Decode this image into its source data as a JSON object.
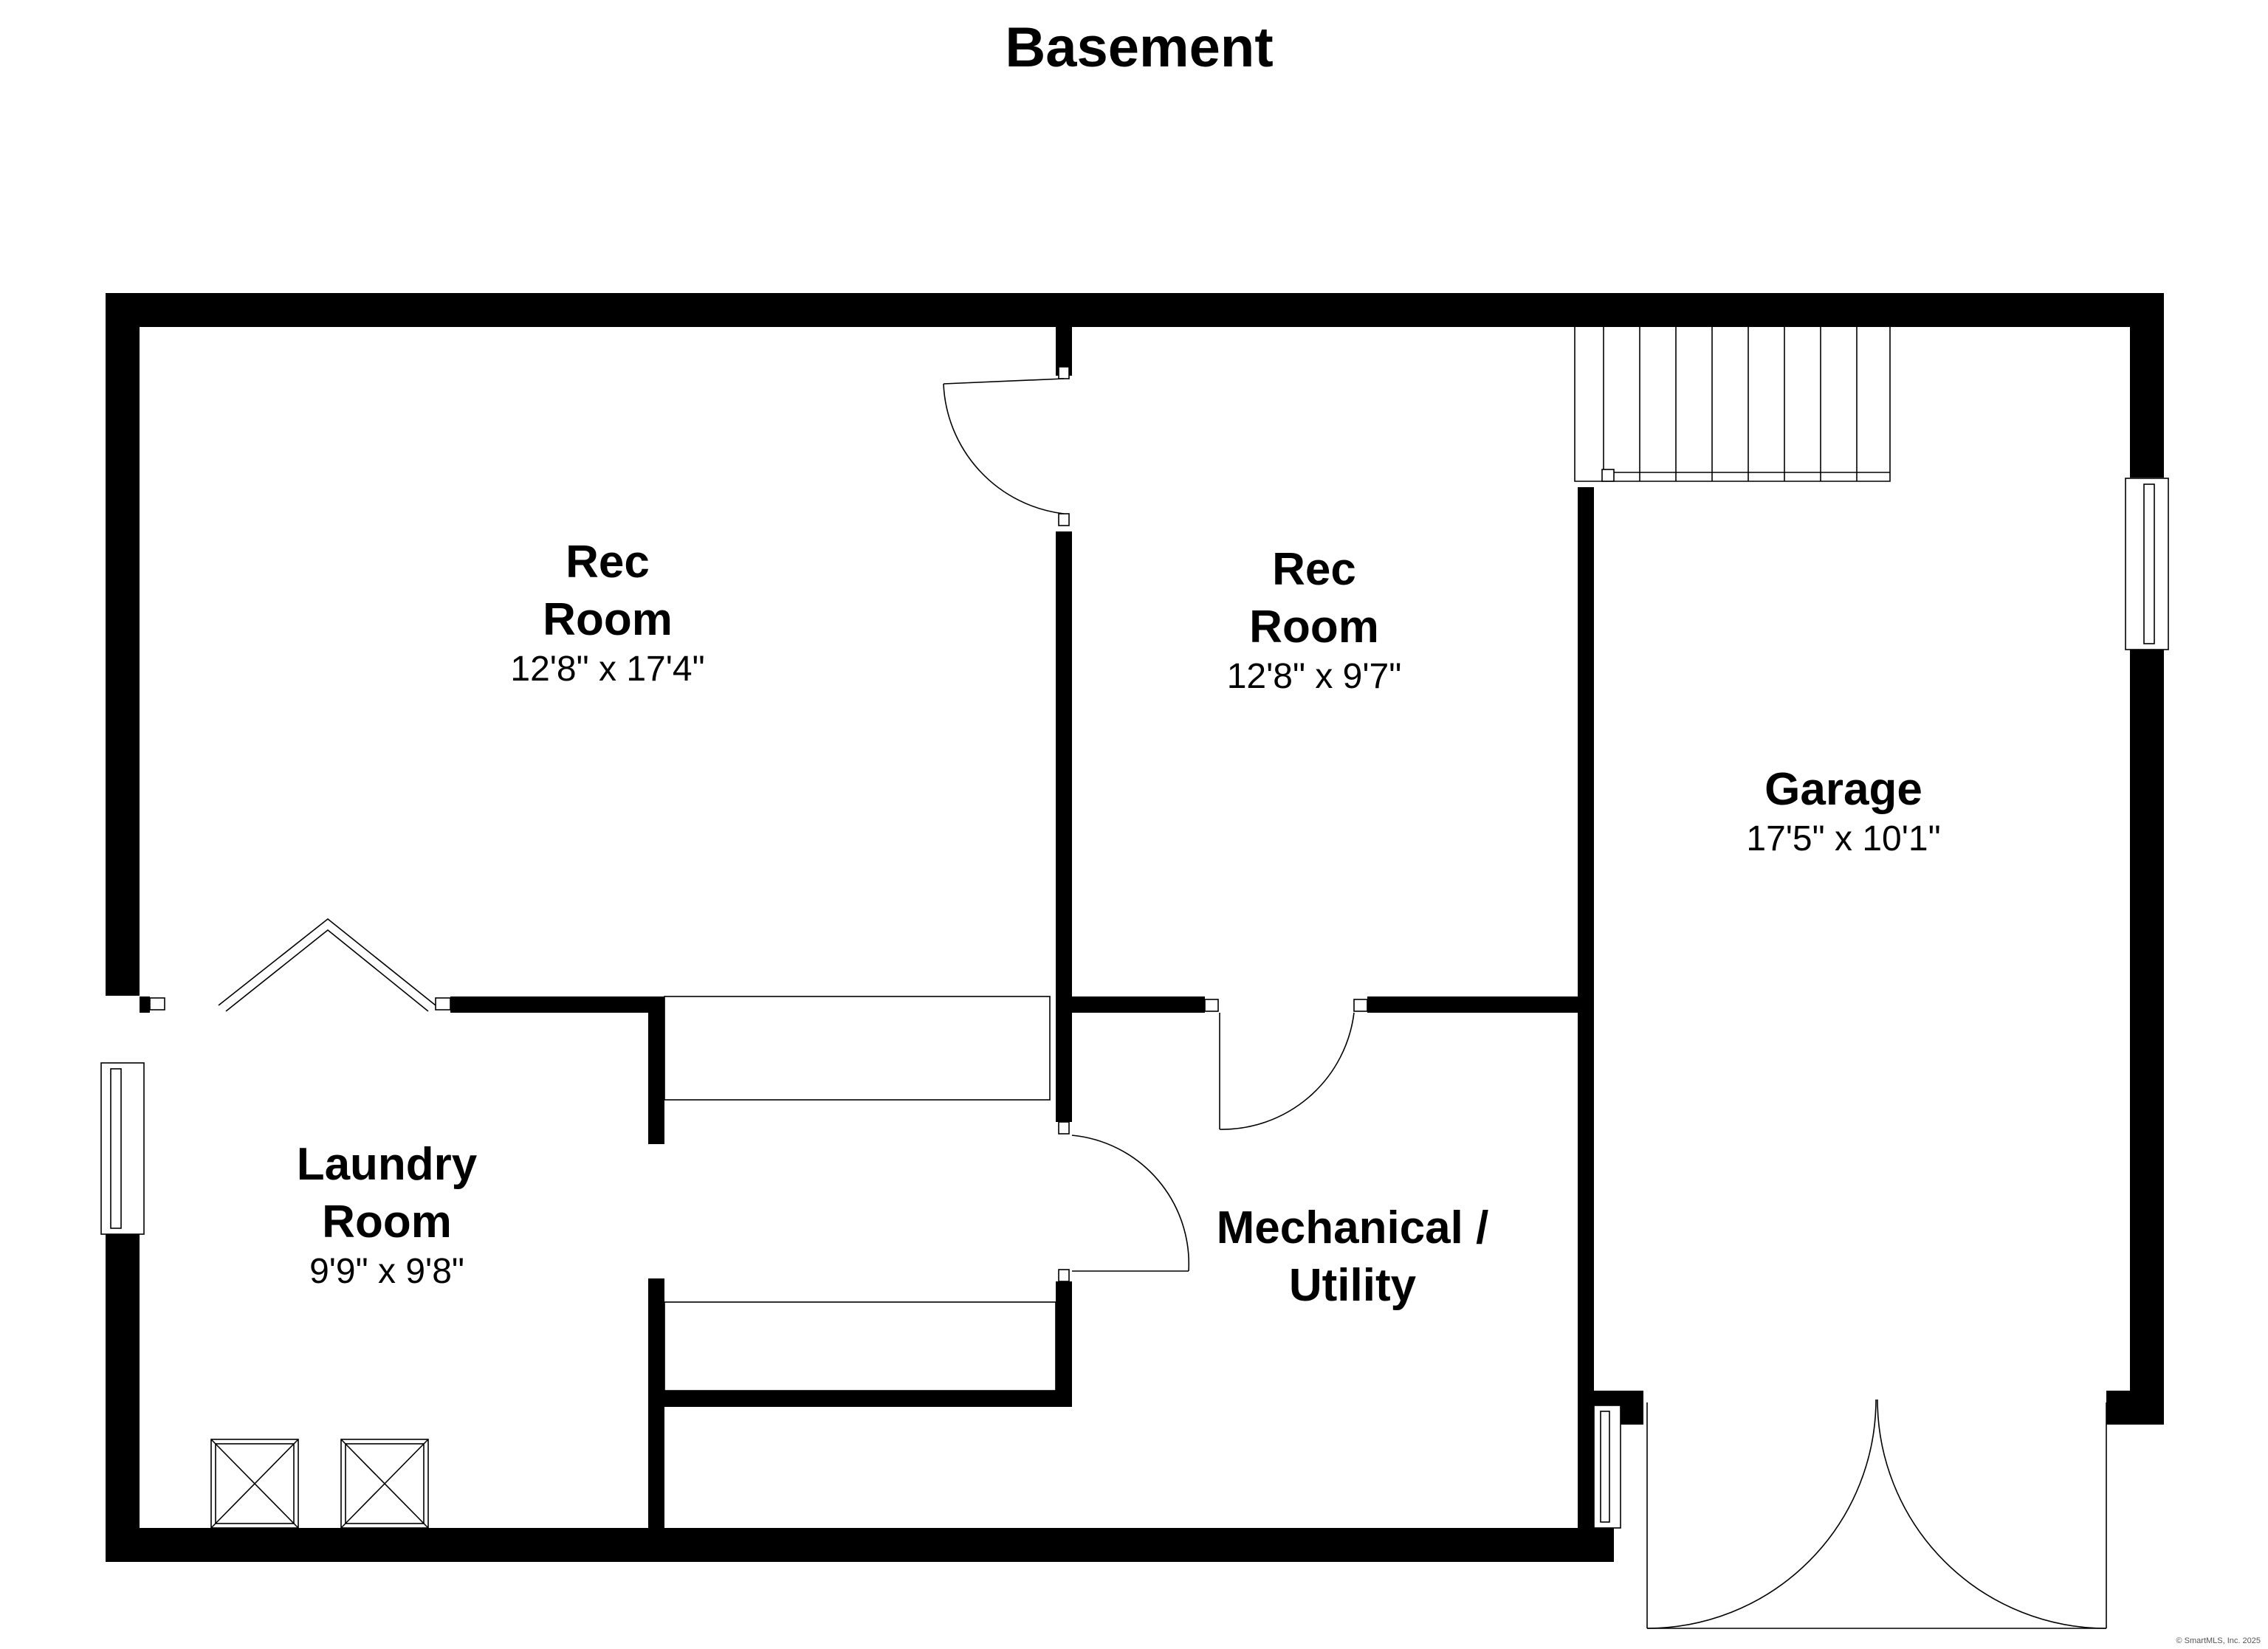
{
  "title": "Basement",
  "rooms": [
    {
      "name_lines": [
        "Rec",
        "Room"
      ],
      "dimensions": "12'8\" x 17'4\""
    },
    {
      "name_lines": [
        "Rec",
        "Room"
      ],
      "dimensions": "12'8\" x 9'7\""
    },
    {
      "name_lines": [
        "Garage"
      ],
      "dimensions": "17'5\" x 10'1\""
    },
    {
      "name_lines": [
        "Laundry",
        "Room"
      ],
      "dimensions": "9'9\" x 9'8\""
    },
    {
      "name_lines": [
        "Mechanical /",
        "Utility"
      ],
      "dimensions": ""
    }
  ],
  "copyright": "© SmartMLS, Inc. 2025"
}
